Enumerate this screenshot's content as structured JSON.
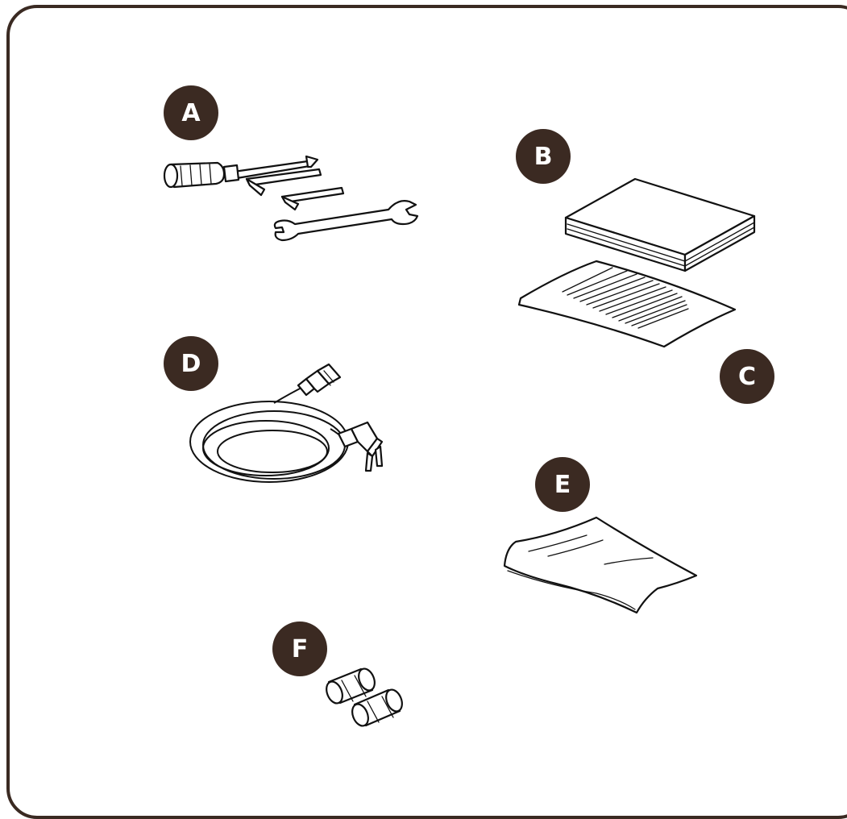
{
  "labels": {
    "a": "A",
    "b": "B",
    "c": "C",
    "d": "D",
    "e": "E",
    "f": "F"
  },
  "items": {
    "a": "tool-set",
    "b": "manual-booklet",
    "c": "paper-sheet",
    "d": "power-cord",
    "e": "plastic-bag",
    "f": "fuses"
  },
  "colors": {
    "badge": "#3b2a22",
    "frame": "#3a2a22",
    "line": "#111111"
  }
}
